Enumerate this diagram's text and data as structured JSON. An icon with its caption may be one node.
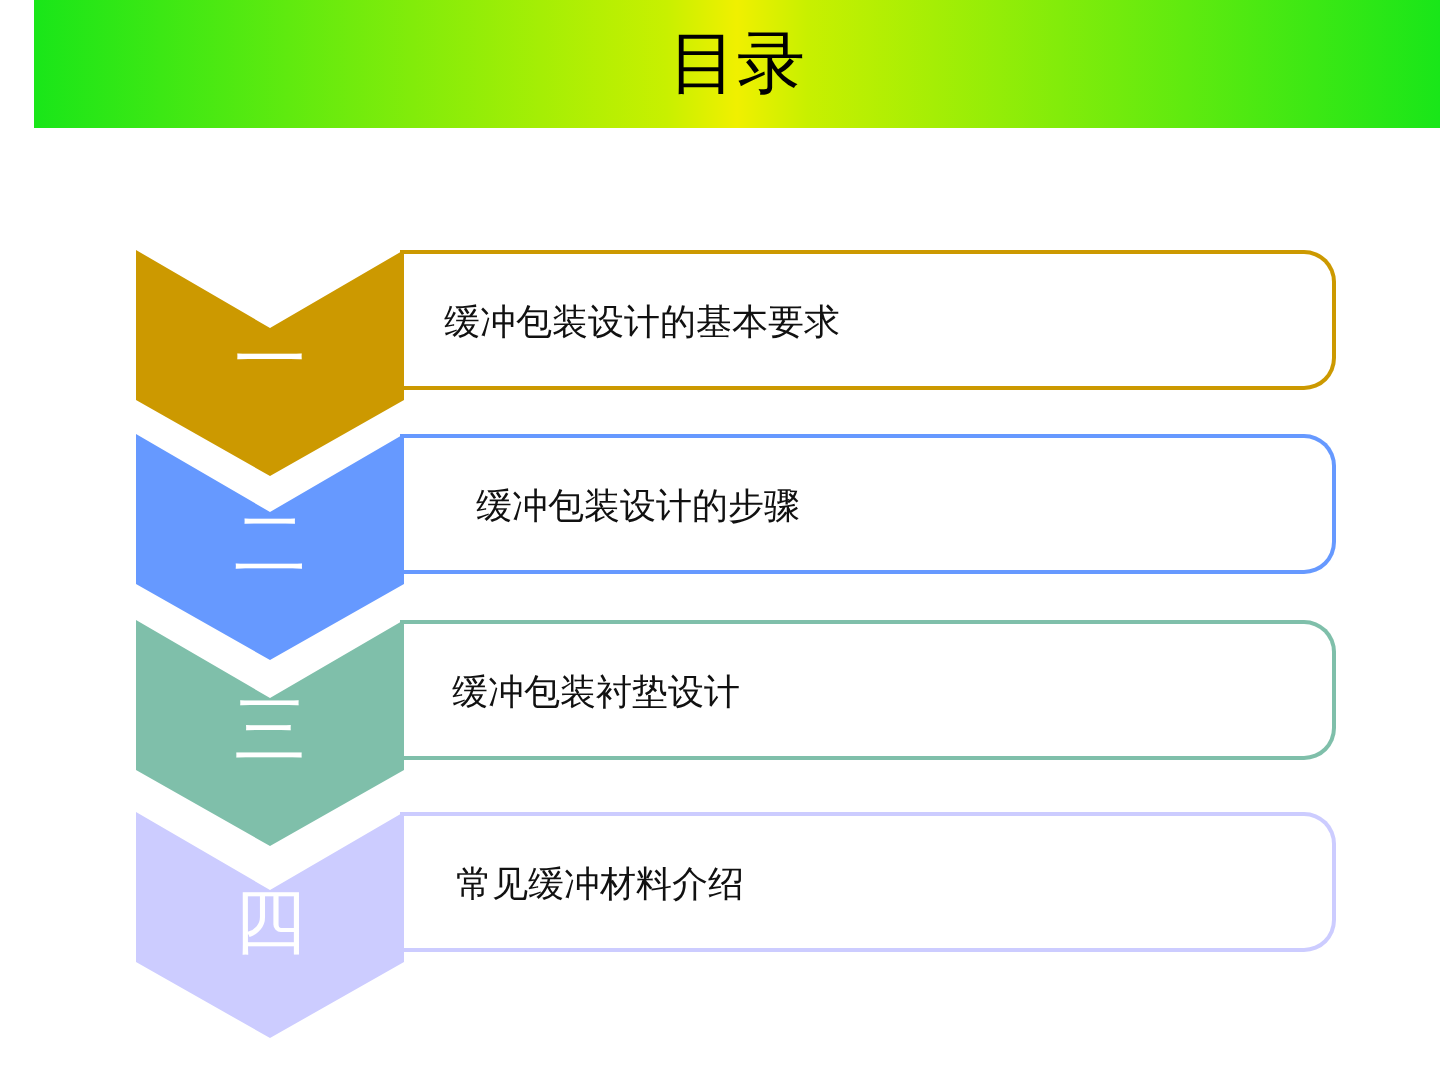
{
  "diagram": {
    "title": "目录",
    "nodes": [
      {
        "text": [
          "一"
        ]
      },
      {
        "text": [
          "缓冲包装设计的基本要求"
        ]
      },
      {
        "text": [
          "二"
        ]
      },
      {
        "text": [
          "缓冲包装设计的步骤"
        ]
      },
      {
        "text": [
          "三"
        ]
      },
      {
        "text": [
          "缓冲包装衬垫设计"
        ]
      },
      {
        "text": [
          "四"
        ]
      },
      {
        "text": [
          "常见缓冲材料介绍"
        ]
      }
    ]
  }
}
